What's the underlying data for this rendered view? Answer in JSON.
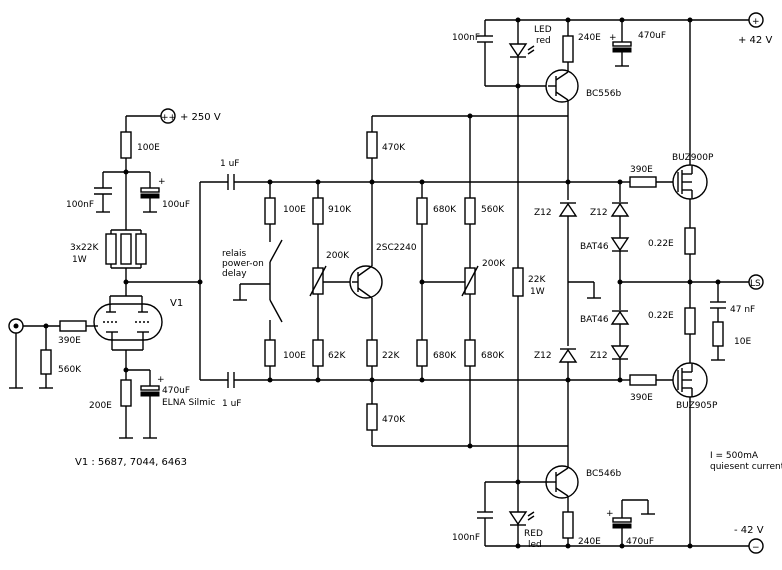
{
  "power": {
    "hv": "+ 250 V",
    "pos": "+ 42 V",
    "neg": "- 42 V",
    "ls": "LS",
    "pos_sym": "+",
    "neg_sym": "−",
    "hv_sym": "++"
  },
  "tube": {
    "label": "V1",
    "types": "V1 : 5687, 7044, 6463",
    "cap_brand": "ELNA Silmic"
  },
  "parts": {
    "r_100e_hv": "100E",
    "c_100nf_hv": "100nF",
    "c_100uf_hv": "100uF",
    "r_3x22k": "3x22K",
    "r_1w": "1W",
    "r_390e_in": "390E",
    "r_560k": "560K",
    "r_200e": "200E",
    "c_470uf_k": "470uF",
    "c_1uf_top": "1 uF",
    "c_1uf_bot": "1 uF",
    "r_100e_a": "100E",
    "r_100e_b": "100E",
    "relay_1": "relais",
    "relay_2": "power-on",
    "relay_3": "delay",
    "r_910k": "910K",
    "r_200k_a": "200K",
    "r_62k": "62K",
    "r_470k_top": "470K",
    "r_470k_bot": "470K",
    "q_2sc2240": "2SC2240",
    "r_22k": "22K",
    "r_680k_a": "680K",
    "r_680k_b": "680K",
    "r_560k_b": "560K",
    "r_200k_b": "200K",
    "r_680k_c": "680K",
    "r_22k_1w": "22K",
    "r_22k_1w_p": "1W",
    "z12_a": "Z12",
    "z12_b": "Z12",
    "z12_c": "Z12",
    "z12_d": "Z12",
    "bat46_a": "BAT46",
    "bat46_b": "BAT46",
    "c_100nf_top": "100nF",
    "led_top_1": "LED",
    "led_top_2": "red",
    "r_240e_top": "240E",
    "c_470uf_top": "470uF",
    "q_bc556": "BC556b",
    "r_390e_top": "390E",
    "r_390e_bot": "390E",
    "q_buz900": "BUZ900P",
    "q_buz905": "BUZ905P",
    "r_022_a": "0.22E",
    "r_022_b": "0.22E",
    "c_47nf": "47  nF",
    "r_10e": "10E",
    "current_1": "I = 500mA",
    "current_2": "quiesent current",
    "q_bc546": "BC546b",
    "c_100nf_bot": "100nF",
    "led_bot_1": "RED",
    "led_bot_2": "led",
    "r_240e_bot": "240E",
    "c_470uf_bot": "470uF"
  }
}
